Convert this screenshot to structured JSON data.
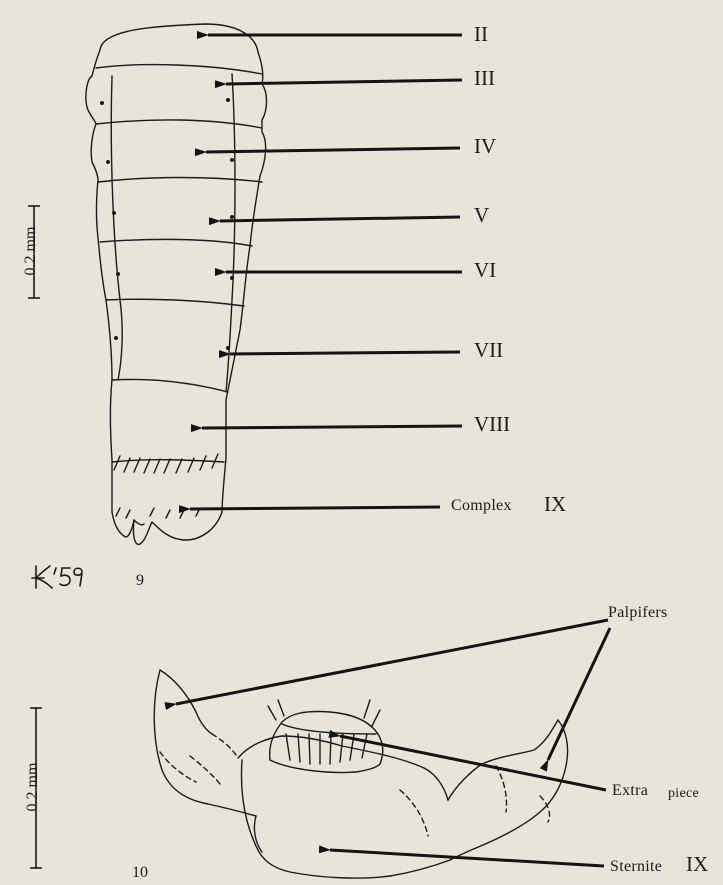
{
  "figure9": {
    "number": "9",
    "signature": "K'59",
    "scale_label": "0.2 mm",
    "labels": {
      "II": "II",
      "III": "III",
      "IV": "IV",
      "V": "V",
      "VI": "VI",
      "VII": "VII",
      "VIII": "VIII",
      "complex": "Complex",
      "complex_num": "IX"
    }
  },
  "figure10": {
    "number": "10",
    "scale_label": "0.2 mm",
    "labels": {
      "palpifers": "Palpifers",
      "extra": "Extra",
      "piece": "piece",
      "sternite": "Sternite",
      "sternite_num": "IX"
    }
  }
}
